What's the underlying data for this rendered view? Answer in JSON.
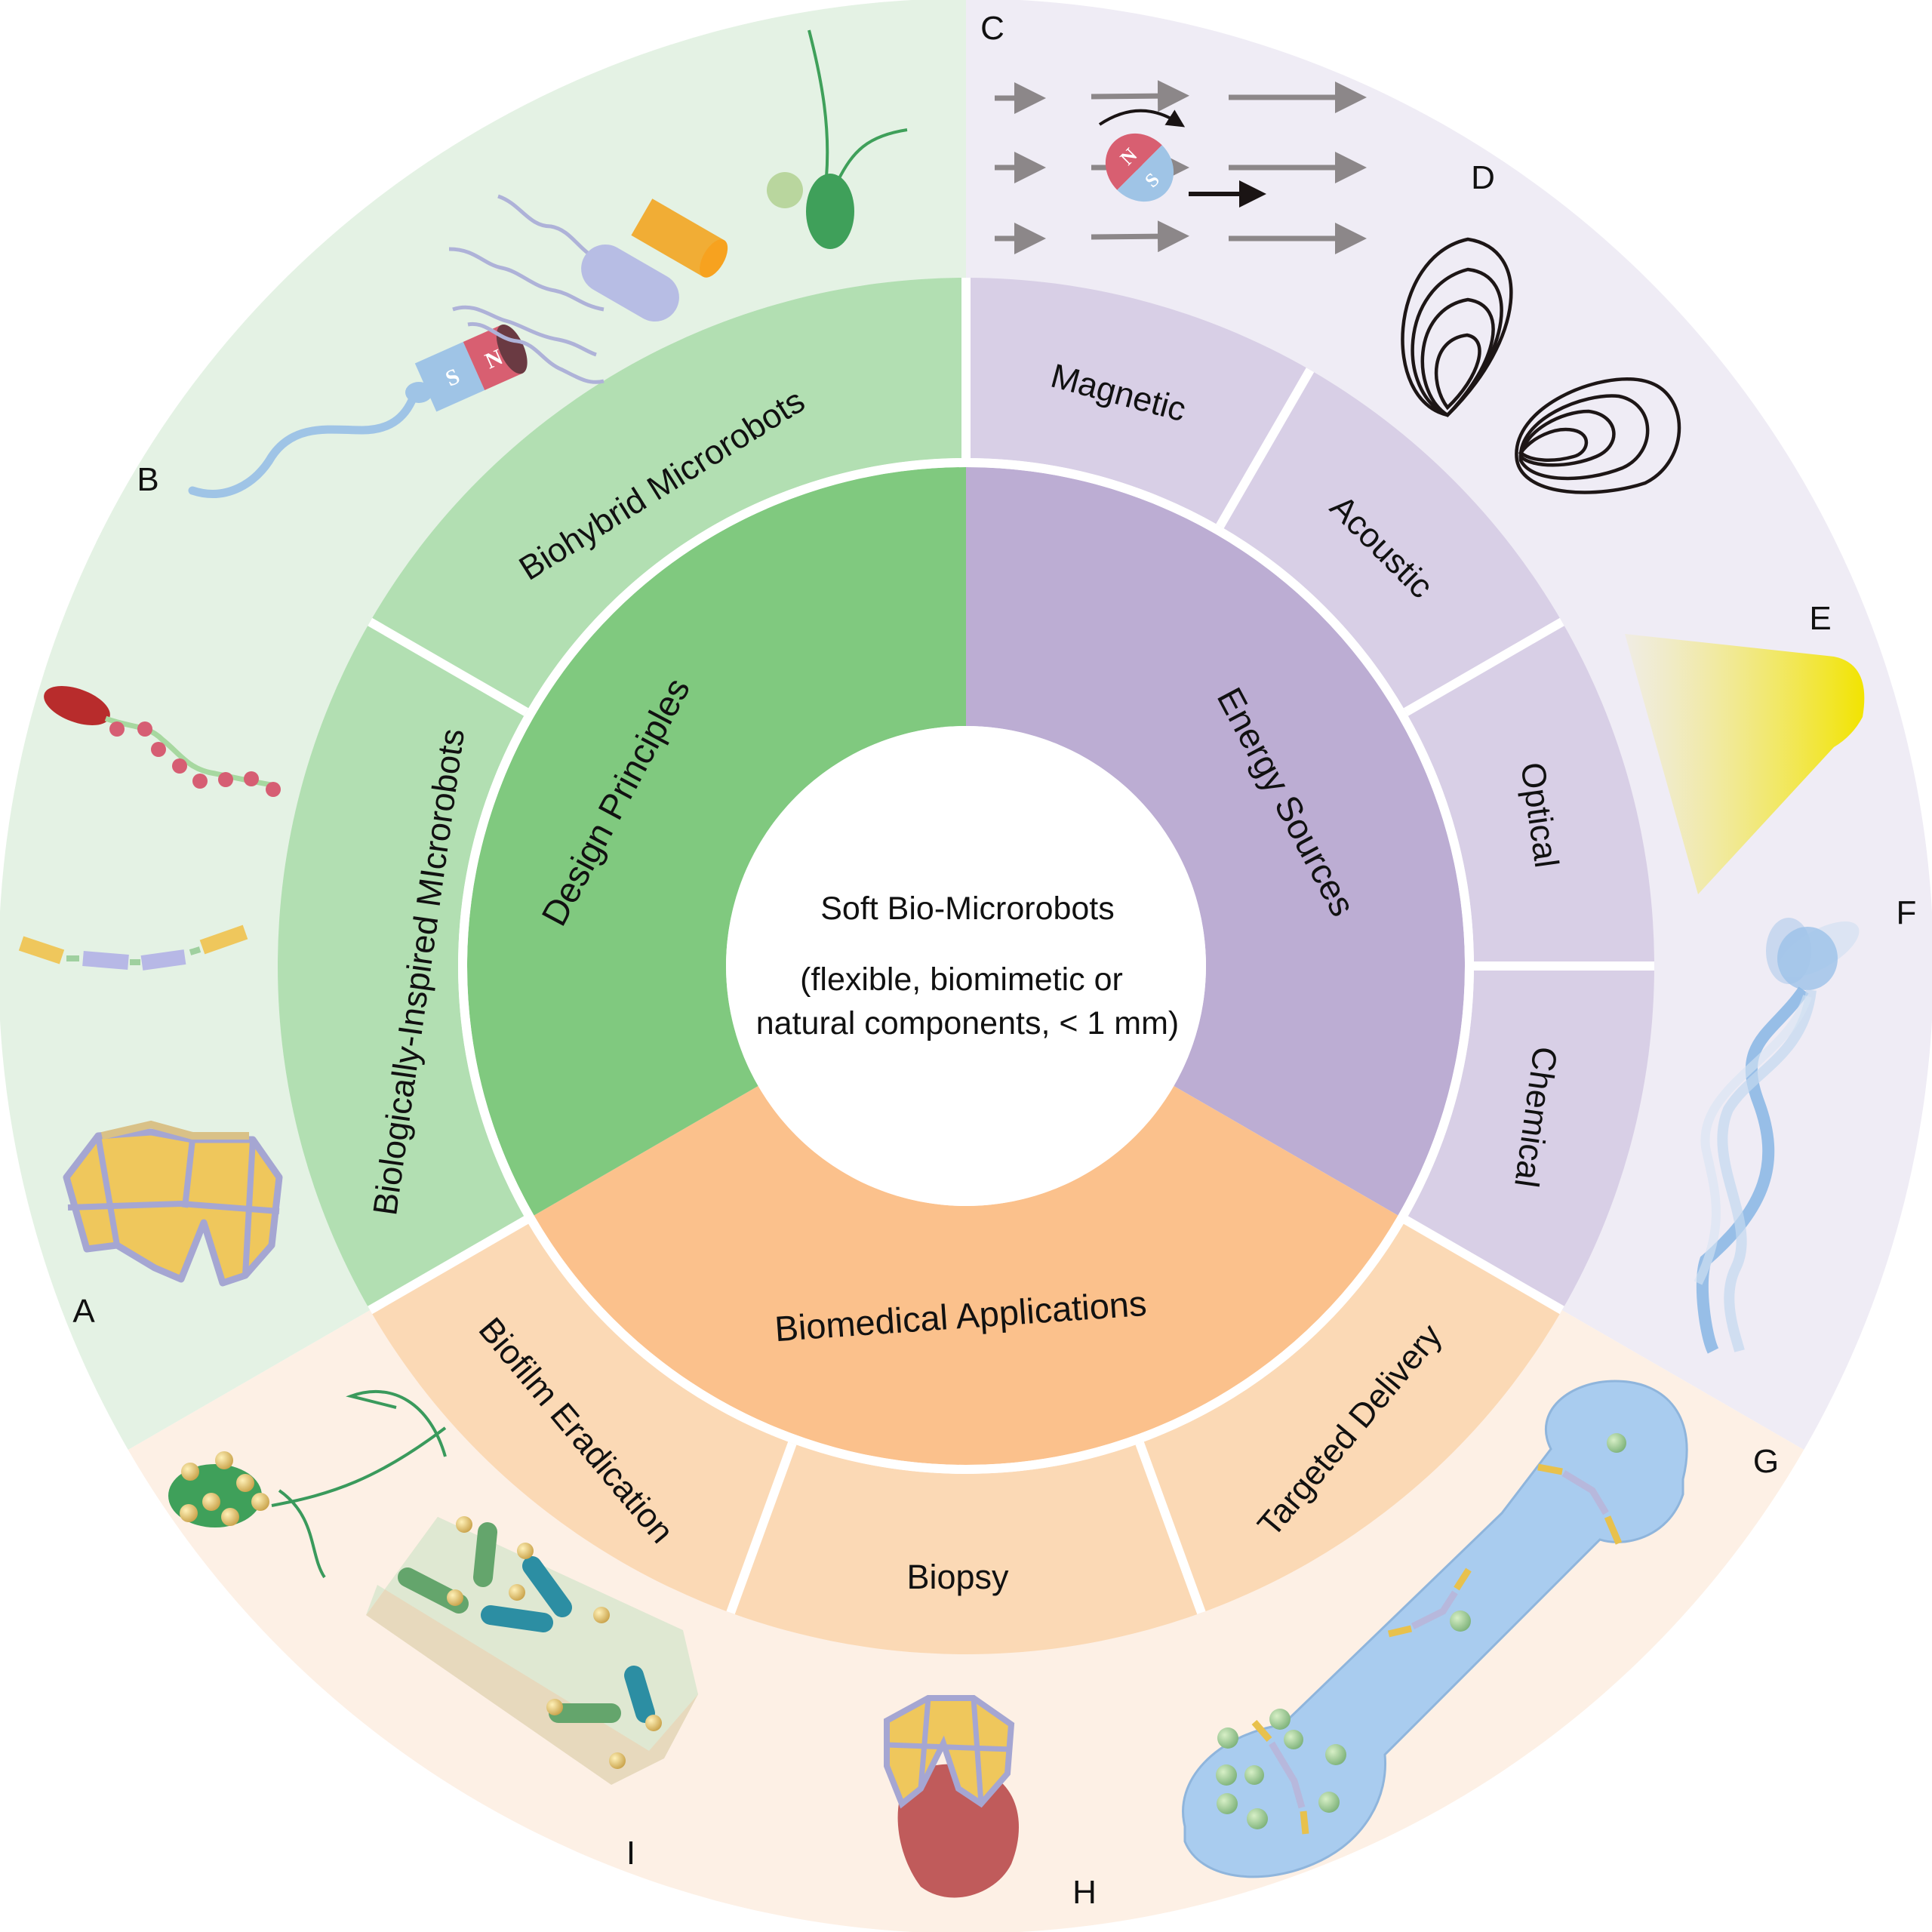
{
  "center": {
    "title": "Soft Bio-Microrobots",
    "subtitle_line1": "(flexible, biomimetic or",
    "subtitle_line2": "natural components, < 1 mm)"
  },
  "colors": {
    "green": {
      "outer": "#e4f2e4",
      "middle": "#b2dfb2",
      "inner": "#80c97f"
    },
    "purple": {
      "outer": "#efecf5",
      "middle": "#d8cfe6",
      "inner": "#bcadd3"
    },
    "peach": {
      "outer": "#fdf0e5",
      "middle": "#fbd9b5",
      "inner": "#fbc18c"
    }
  },
  "sectors": [
    {
      "id": "energy",
      "color": "purple",
      "label": "Energy Sources",
      "subsegments": [
        "Magnetic",
        "Acoustic",
        "Optical",
        "Chemical"
      ]
    },
    {
      "id": "applications",
      "color": "peach",
      "label": "Biomedical Applications",
      "subsegments": [
        "Targeted Delivery",
        "Biopsy",
        "Biofilm Eradication"
      ]
    },
    {
      "id": "design",
      "color": "green",
      "label": "Design Principles",
      "subsegments": [
        "Biologically-Inspired MIcrorobots",
        "Biohybrid Microrobots"
      ]
    }
  ],
  "panels": {
    "A": {
      "letter": "A",
      "icon": "origami-gripper-icon"
    },
    "B": {
      "letter": "B",
      "icon": "sperm-hybrid-magnet-icon"
    },
    "C": {
      "letter": "C",
      "icon": "magnetic-field-rotating-magnet-icon"
    },
    "D": {
      "letter": "D",
      "icon": "acoustic-streaming-vortex-icon"
    },
    "E": {
      "letter": "E",
      "icon": "light-beam-icon"
    },
    "F": {
      "letter": "F",
      "icon": "flagellated-swimmer-icon"
    },
    "G": {
      "letter": "G",
      "icon": "microchannel-delivery-icon"
    },
    "H": {
      "letter": "H",
      "icon": "gripper-tissue-biopsy-icon"
    },
    "I": {
      "letter": "I",
      "icon": "biofilm-bacteria-icon"
    }
  },
  "magnet": {
    "north": "N",
    "south": "S"
  }
}
